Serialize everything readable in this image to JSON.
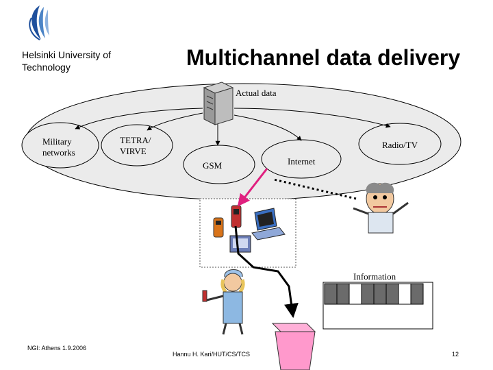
{
  "header": {
    "university": "Helsinki University of Technology",
    "title": "Multichannel data delivery"
  },
  "diagram": {
    "source_label": "Actual data",
    "channels": {
      "military": [
        "Military",
        "networks"
      ],
      "tetra": [
        "TETRA/",
        "VIRVE"
      ],
      "gsm": "GSM",
      "internet": "Internet",
      "radio": "Radio/TV"
    },
    "information_label": "Information",
    "info_blocks": [
      true,
      true,
      false,
      true,
      true,
      true,
      false,
      true
    ],
    "colors": {
      "big_ellipse": "#ebebeb",
      "bubble_fill": "#ebebeb",
      "arrow_magenta": "#e0207f",
      "arrow_dotted": "#000000",
      "device_path": "#000000",
      "info_block": "#6b6b6b",
      "bin": "#ff99cc"
    },
    "icons": [
      "server-icon",
      "logo-icon",
      "devices-icon",
      "scientist-icon",
      "nurse-icon",
      "bin-icon"
    ]
  },
  "footer": {
    "left": "NGI: Athens 1.9.2006",
    "center": "Hannu H. Kari/HUT/CS/TCS",
    "page": "12"
  }
}
